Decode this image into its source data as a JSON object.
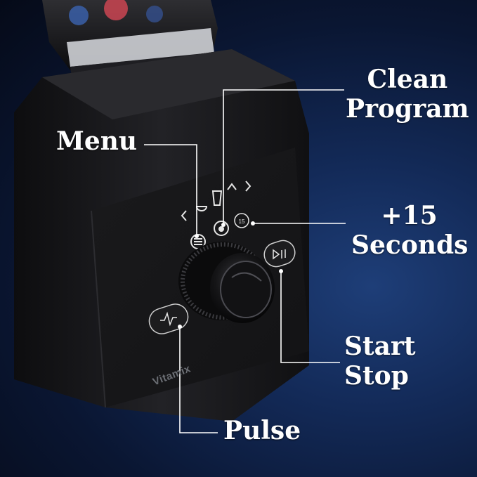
{
  "callouts": {
    "menu": "Menu",
    "clean_line1": "Clean",
    "clean_line2": "Program",
    "plus_line1": "+15",
    "plus_line2": "Seconds",
    "start_line1": "Start",
    "start_line2": "Stop",
    "pulse": "Pulse"
  },
  "brand": "Vitamix",
  "panel_timer_text": "15",
  "colors": {
    "background_blue": "#132a58",
    "body_black": "#1b1b1d",
    "label_white": "#ffffff"
  },
  "icons": [
    "menu-icon",
    "blender-icon",
    "clean-icon",
    "smoothie-icon",
    "chevron-left-icon",
    "chevron-right-icon",
    "plus-15-icon",
    "play-pause-icon",
    "pulse-icon"
  ]
}
